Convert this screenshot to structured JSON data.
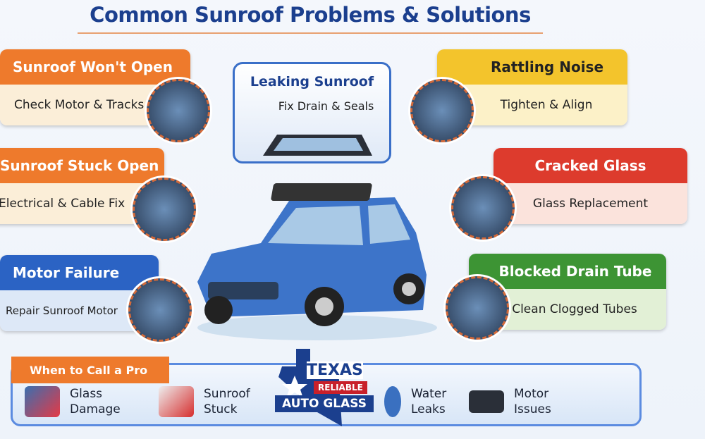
{
  "title": "Common Sunroof Problems & Solutions",
  "problems": [
    {
      "problem": "Sunroof Won't Open",
      "solution": "Check Motor & Tracks",
      "color": "#ee7a2c"
    },
    {
      "problem": "Sunroof Stuck Open",
      "solution": "Electrical & Cable Fix",
      "color": "#ee7a2c"
    },
    {
      "problem": "Motor Failure",
      "solution": "Repair Sunroof Motor",
      "color": "#2b63c4"
    },
    {
      "problem": "Rattling Noise",
      "solution": "Tighten & Align",
      "color": "#f3c42c"
    },
    {
      "problem": "Cracked Glass",
      "solution": "Glass Replacement",
      "color": "#dd3b2d"
    },
    {
      "problem": "Blocked Drain Tube",
      "solution": "Clean Clogged Tubes",
      "color": "#3d9434"
    }
  ],
  "center": {
    "problem": "Leaking Sunroof",
    "solution": "Fix Drain & Seals"
  },
  "bottom": {
    "heading": "When to Call a Pro",
    "items": [
      {
        "label": "Glass Damage",
        "icon": "glass-heart-icon"
      },
      {
        "label": "Sunroof Stuck",
        "icon": "car-wrench-icon"
      },
      {
        "label": "Water Leaks",
        "icon": "water-drop-icon"
      },
      {
        "label": "Motor Issues",
        "icon": "truck-icon"
      }
    ]
  },
  "logo": {
    "line1": "TEXAS",
    "line2": "RELIABLE",
    "line3": "AUTO GLASS"
  }
}
